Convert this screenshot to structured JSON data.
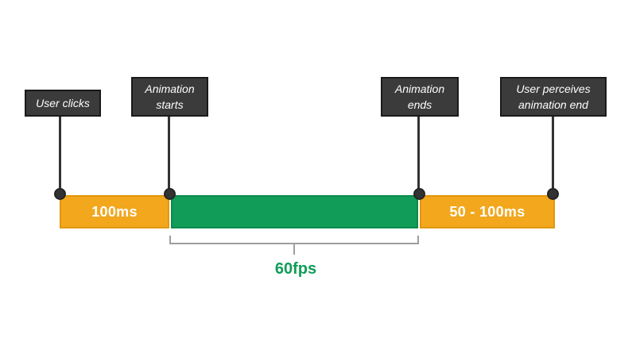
{
  "diagram": {
    "callouts": [
      {
        "text": "User clicks"
      },
      {
        "text": "Animation\nstarts"
      },
      {
        "text": "Animation\nends"
      },
      {
        "text": "User perceives\nanimation end"
      }
    ],
    "timeline": {
      "segments": [
        {
          "label": "100ms",
          "color": "yellow"
        },
        {
          "label": "",
          "color": "green"
        },
        {
          "label": "50 - 100ms",
          "color": "yellow"
        }
      ]
    },
    "bracket_label": "60fps",
    "colors": {
      "background": "#ffffff",
      "segment_yellow": "#f2a71d",
      "segment_yellow_border": "#e1970a",
      "segment_green": "#119c58",
      "segment_green_border": "#0e8a4d",
      "callout_background": "#3b3b3b",
      "callout_border": "#1a1a1a",
      "connector": "#333333",
      "bracket": "#9e9e9e",
      "bar_label_text": "#ffffff"
    }
  }
}
